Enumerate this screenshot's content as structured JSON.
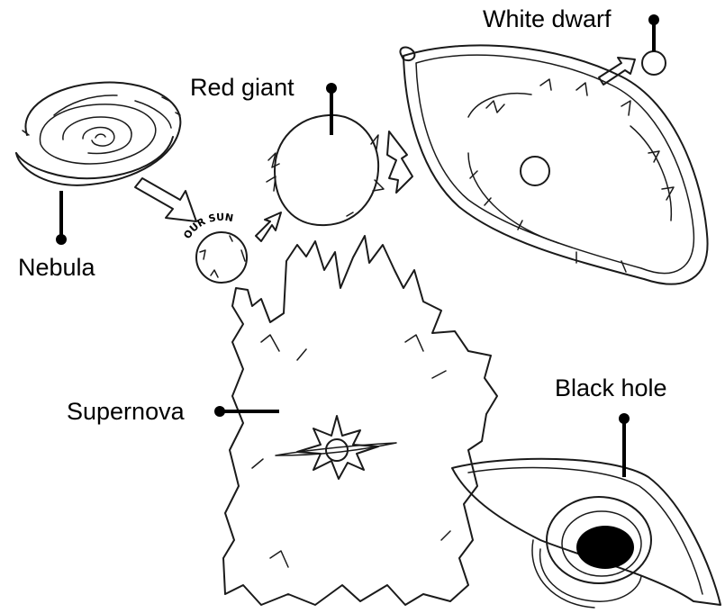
{
  "labels": {
    "white_dwarf": "White dwarf",
    "red_giant": "Red giant",
    "nebula": "Nebula",
    "supernova": "Supernova",
    "black_hole": "Black hole",
    "our_sun": "OUR SUN"
  },
  "colors": {
    "ink": "#1a1a1a",
    "background": "#ffffff"
  }
}
